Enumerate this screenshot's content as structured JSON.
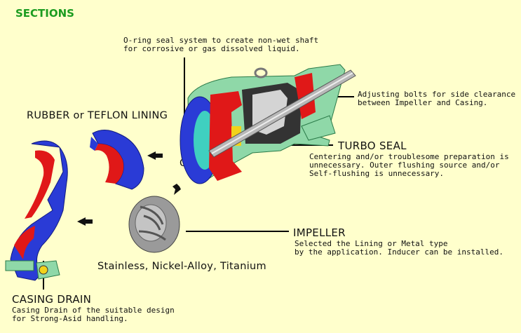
{
  "title": "SECTIONS",
  "oring": {
    "line1": "O-ring seal system to create non-wet shaft",
    "line2": "for corrosive or gas dissolved liquid.",
    "marker": "O"
  },
  "adjusting": {
    "line1": "Adjusting bolts for side clearance",
    "line2": "between Impeller and Casing."
  },
  "rubber_lining": {
    "heading": "RUBBER or TEFLON LINING"
  },
  "turbo_seal": {
    "heading": "TURBO SEAL",
    "line1": "Centering and/or troublesome preparation is",
    "line2": "unnecessary. Outer flushing source and/or",
    "line3": "Self-flushing is unnecessary."
  },
  "impeller": {
    "heading": "IMPELLER",
    "line1": "Selected the Lining or Metal type",
    "line2": "by the application. Inducer can be installed."
  },
  "materials": {
    "heading": "Stainless, Nickel-Alloy, Titanium"
  },
  "casing_drain": {
    "heading": "CASING DRAIN",
    "line1": "Casing Drain of the suitable design",
    "line2": "for Strong-Asid handling."
  },
  "colors": {
    "background": "#ffffcc",
    "title": "#1c9c20",
    "casing_blue": "#2a3bd6",
    "lining_red": "#e01818",
    "body_green": "#8fd8a8",
    "metal_grey": "#9a9a9a"
  }
}
